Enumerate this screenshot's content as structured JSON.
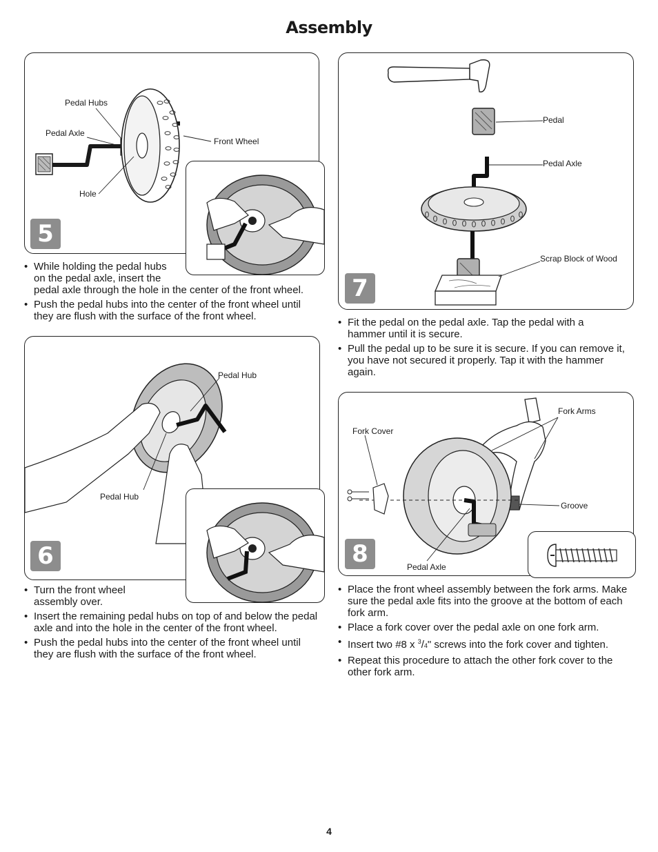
{
  "page": {
    "title": "Assembly",
    "page_number": "4"
  },
  "step5": {
    "number": "5",
    "labels": {
      "pedal_hubs": "Pedal Hubs",
      "pedal_axle": "Pedal Axle",
      "front_wheel": "Front Wheel",
      "hole": "Hole"
    },
    "bullets": [
      "While holding the pedal hubs on the pedal axle, insert the",
      "pedal axle through the hole in the center of the front wheel.",
      "Push the pedal hubs into the center of the front wheel until they are flush with the surface of the front wheel."
    ]
  },
  "step6": {
    "number": "6",
    "labels": {
      "pedal_hub_top": "Pedal Hub",
      "pedal_hub_bottom": "Pedal Hub"
    },
    "bullets": [
      "Turn the front wheel assembly over.",
      "Insert the remaining pedal hubs on top of and below the pedal axle and into the hole in the center of the front wheel.",
      "Push the pedal hubs into the center of the front wheel until they are flush with the surface of the front wheel."
    ]
  },
  "step7": {
    "number": "7",
    "labels": {
      "pedal": "Pedal",
      "pedal_axle": "Pedal Axle",
      "scrap_block": "Scrap Block of Wood"
    },
    "bullets": [
      "Fit the pedal on the pedal axle. Tap the pedal with a hammer until it is secure.",
      "Pull the pedal up to be sure it is secure. If you can remove it, you have not secured it properly. Tap it with the hammer again."
    ]
  },
  "step8": {
    "number": "8",
    "labels": {
      "fork_arms": "Fork Arms",
      "fork_cover": "Fork Cover",
      "groove": "Groove",
      "pedal_axle": "Pedal Axle"
    },
    "bullets": [
      "Place the front wheel assembly between the fork arms. Make sure the pedal axle fits into the groove at the bottom of each fork arm.",
      "Place a fork cover over the pedal axle on one fork arm.",
      "Insert two #8 x",
      "\" screws into the fork cover and tighten.",
      "Repeat this procedure to attach the other fork cover to the other fork arm."
    ],
    "fraction": {
      "numerator": "3",
      "slash": "/",
      "denominator": "4"
    }
  }
}
